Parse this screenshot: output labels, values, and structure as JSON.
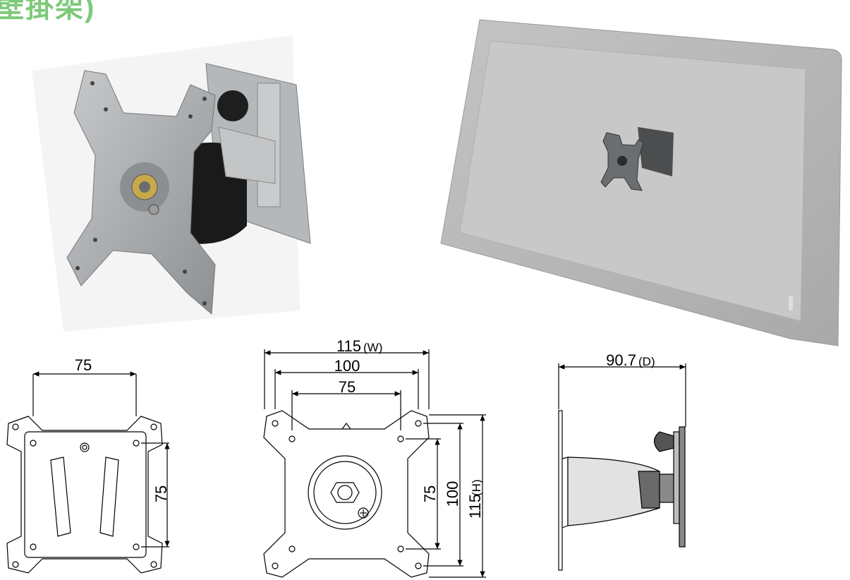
{
  "header": {
    "title_fragment": "壁掛架)"
  },
  "colors": {
    "accent_green": "#7dc97a",
    "bracket_metal": "#a9abad",
    "monitor_gray": "#bdbdbd",
    "base_black": "#1a1a1a"
  },
  "drawings": {
    "front_view": {
      "width_label": "75",
      "height_label": "75"
    },
    "rear_view": {
      "width_label": "115",
      "width_unit": "(W)",
      "width_mid_label": "100",
      "width_inner_label": "75",
      "height_inner_label": "75",
      "height_mid_label": "100",
      "height_label": "115",
      "height_unit": "(H)"
    },
    "side_view": {
      "depth_label": "90.7",
      "depth_unit": "(D)"
    }
  },
  "icons": [
    "bracket-photo",
    "monitor-photo",
    "front-bracket-drawing",
    "rear-plate-drawing",
    "side-profile-drawing"
  ]
}
